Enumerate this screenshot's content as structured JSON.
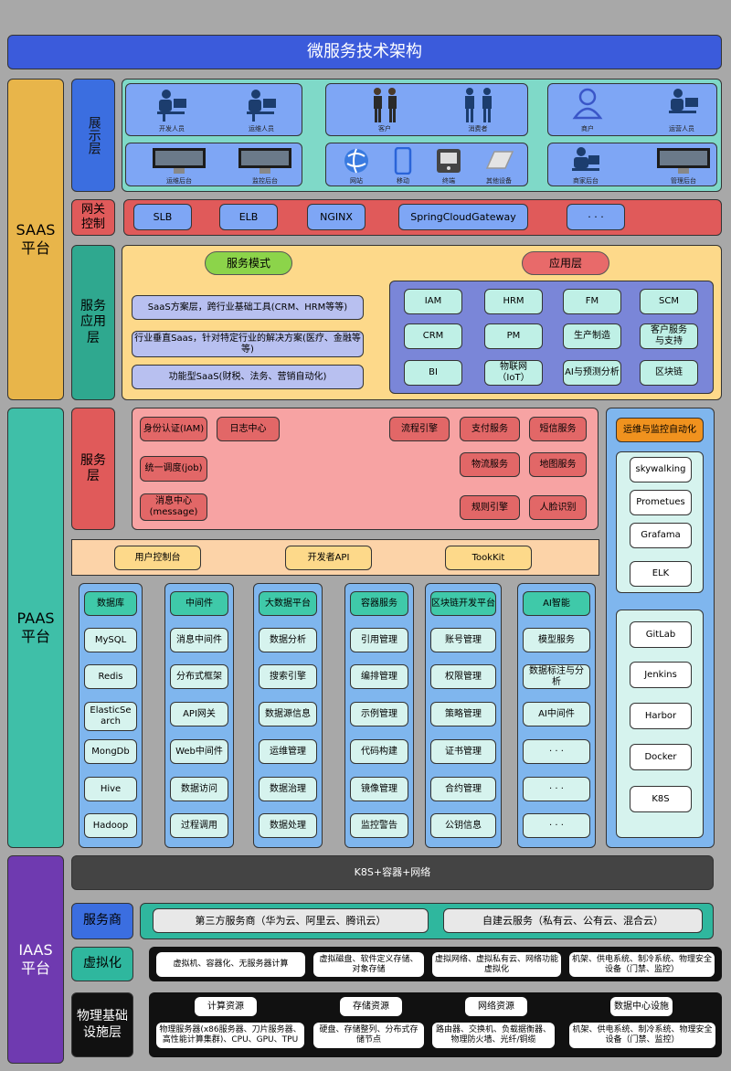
{
  "title": "微服务技术架构",
  "platforms": {
    "saas": "SAAS\n平台",
    "paas": "PAAS\n平台",
    "iaas": "IAAS\n平台"
  },
  "layers": {
    "display": "展示层",
    "gateway": "网关\n控制",
    "service_app": "服务\n应用\n层",
    "service": "服务\n层",
    "provider": "服务商",
    "virtual": "虚拟化",
    "physical": "物理基础\n设施层"
  },
  "display": {
    "g1": [
      "开发人员",
      "运维人员"
    ],
    "g2": [
      "客户",
      "消费者"
    ],
    "g3": [
      "商户",
      "运营人员"
    ],
    "g4": [
      "运维后台",
      "监控后台"
    ],
    "g5": [
      "网站",
      "移动",
      "终端",
      "其他设备"
    ],
    "g6": [
      "商家后台",
      "管理后台"
    ]
  },
  "gateway": [
    "SLB",
    "ELB",
    "NGINX",
    "SpringCloudGateway",
    "· · ·"
  ],
  "service_app": {
    "mode_title": "服务模式",
    "app_title": "应用层",
    "modes": [
      "SaaS方案层，跨行业基础工具(CRM、HRM等等)",
      "行业垂直Saas，针对特定行业的解决方案(医疗、金融等等)",
      "功能型SaaS(财税、法务、营销自动化)"
    ],
    "apps": [
      "IAM",
      "HRM",
      "FM",
      "SCM",
      "CRM",
      "PM",
      "生产制造",
      "客户服务\n与支持",
      "BI",
      "物联网\n（IoT）",
      "AI与预测分析",
      "区块链"
    ]
  },
  "services": {
    "iam": "身份认证(IAM)",
    "log": "日志中心",
    "flow": "流程引擎",
    "pay": "支付服务",
    "sms": "短信服务",
    "job": "统一调度(job)",
    "logistics": "物流服务",
    "map": "地图服务",
    "msg": "消息中心\n(message)",
    "rule": "规则引擎",
    "face": "人脸识别"
  },
  "portal": [
    "用户控制台",
    "开发者API",
    "TookKit"
  ],
  "columns": [
    {
      "head": "数据库",
      "items": [
        "MySQL",
        "Redis",
        "ElasticSearch",
        "MongDb",
        "Hive",
        "Hadoop"
      ]
    },
    {
      "head": "中间件",
      "items": [
        "消息中间件",
        "分布式框架",
        "API网关",
        "Web中间件",
        "数据访问",
        "过程调用"
      ]
    },
    {
      "head": "大数据平台",
      "items": [
        "数据分析",
        "搜索引擎",
        "数据源信息",
        "运维管理",
        "数据治理",
        "数据处理"
      ]
    },
    {
      "head": "容器服务",
      "items": [
        "引用管理",
        "编排管理",
        "示例管理",
        "代码构建",
        "镜像管理",
        "监控警告"
      ]
    },
    {
      "head": "区块链开发平台",
      "items": [
        "账号管理",
        "权限管理",
        "策略管理",
        "证书管理",
        "合约管理",
        "公钥信息"
      ]
    },
    {
      "head": "AI智能",
      "items": [
        "模型服务",
        "数据标注与分析",
        "AI中间件",
        "· · ·",
        "· · ·",
        "· · ·"
      ]
    }
  ],
  "ops": {
    "title": "运维与监控自动化",
    "monitor": [
      "skywalking",
      "Prometues",
      "Grafama",
      "ELK"
    ],
    "devops": [
      "GitLab",
      "Jenkins",
      "Harbor",
      "Docker",
      "K8S"
    ]
  },
  "k8s": "K8S+容器+网络",
  "providers": [
    "第三方服务商（华为云、阿里云、腾讯云）",
    "自建云服务（私有云、公有云、混合云）"
  ],
  "virtual": [
    "虚拟机、容器化、无服务器计算",
    "虚拟磁盘、软件定义存储、对象存储",
    "虚拟网络、虚拟私有云、网络功能虚拟化",
    "机架、供电系统、制冷系统、物理安全设备（门禁、监控）"
  ],
  "physical": [
    {
      "title": "计算资源",
      "desc": "物理服务器(x86服务器、刀片服务器、高性能计算集群)、CPU、GPU、TPU"
    },
    {
      "title": "存储资源",
      "desc": "硬盘、存储整列、分布式存储节点"
    },
    {
      "title": "网络资源",
      "desc": "路由器、交换机、负载据衡器、物理防火墙、光纤/铜缆"
    },
    {
      "title": "数据中心设施",
      "desc": "机架、供电系统、制冷系统、物理安全设备（门禁、监控）"
    }
  ],
  "colors": {
    "title_bar": "#3b5bdb",
    "saas": "#e8b54a",
    "paas": "#3fbfa8",
    "iaas": "#6f3ab0",
    "display_bg": "#7fd9c8",
    "gateway_bg": "#e05a5a",
    "app_bg": "#fdd98a",
    "service_bg": "#f7a3a3",
    "column_bg": "#7fb6ee",
    "cell_bg": "#d6f3ee"
  }
}
